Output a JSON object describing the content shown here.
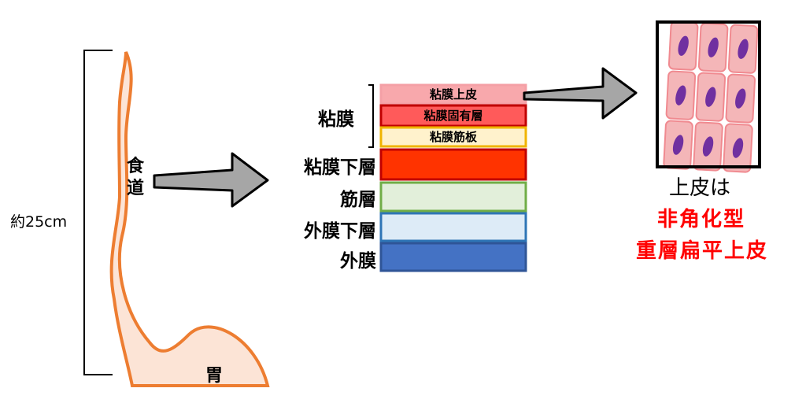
{
  "length_label": "約25cm",
  "esophagus_label": "食\n道",
  "stomach_label": "胃",
  "mucosa_group_label": "粘膜",
  "layers": [
    {
      "name": "粘膜上皮",
      "fill": "#f8a8ac",
      "stroke": "#f4a0a6",
      "label_inside": true
    },
    {
      "name": "粘膜固有層",
      "fill": "#ff5a5a",
      "stroke": "#c00000",
      "label_inside": true
    },
    {
      "name": "粘膜筋板",
      "fill": "#fff2cc",
      "stroke": "#f0b400",
      "label_inside": true
    },
    {
      "name": "粘膜下層",
      "fill": "#ff3300",
      "stroke": "#c00000",
      "label_inside": false
    },
    {
      "name": "筋層",
      "fill": "#e2efda",
      "stroke": "#70ad47",
      "label_inside": false
    },
    {
      "name": "外膜下層",
      "fill": "#ddebf7",
      "stroke": "#2e75b6",
      "label_inside": false
    },
    {
      "name": "外膜",
      "fill": "#4472c4",
      "stroke": "#2f5597",
      "label_inside": false
    }
  ],
  "epithelium_caption": "上皮は",
  "epithelium_type_line1": "非角化型",
  "epithelium_type_line2": "重層扁平上皮",
  "colors": {
    "organ_fill": "#fce4d6",
    "organ_stroke": "#ed7d31",
    "arrow_fill": "#a6a6a6",
    "cell_fill": "#f4b6b8",
    "cell_stroke": "#f08a90",
    "nucleus": "#7030a0",
    "highlight_red": "#ff0000"
  }
}
